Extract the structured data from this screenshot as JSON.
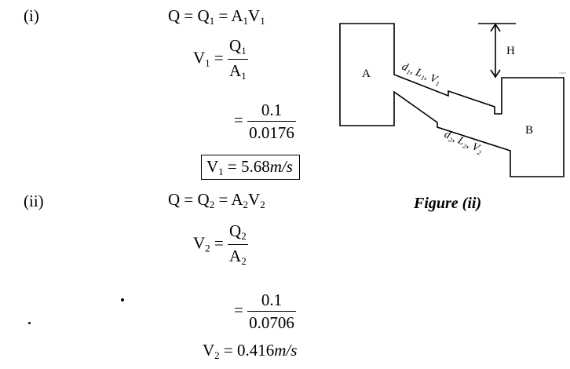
{
  "part1": {
    "label": "(i)",
    "eq1": {
      "lhs": "Q",
      "q": "Q",
      "q_sub": "1",
      "a": "A",
      "a_sub": "1",
      "v": "V",
      "v_sub": "1"
    },
    "eq2": {
      "lhs": "V",
      "lhs_sub": "1",
      "num": "Q",
      "num_sub": "1",
      "den": "A",
      "den_sub": "1"
    },
    "eq3": {
      "num": "0.1",
      "den": "0.0176"
    },
    "result": {
      "lhs": "V",
      "lhs_sub": "1",
      "value": "5.68",
      "unit": "m/s"
    }
  },
  "part2": {
    "label": "(ii)",
    "eq1": {
      "lhs": "Q",
      "q": "Q",
      "q_sub": "2",
      "a": "A",
      "a_sub": "2",
      "v": "V",
      "v_sub": "2"
    },
    "eq2": {
      "lhs": "V",
      "lhs_sub": "2",
      "num": "Q",
      "num_sub": "2",
      "den": "A",
      "den_sub": "2"
    },
    "eq3": {
      "num": "0.1",
      "den": "0.0706"
    },
    "result": {
      "lhs": "V",
      "lhs_sub": "2",
      "value": "0.416",
      "unit": "m/s"
    }
  },
  "figure": {
    "caption": "Figure (ii)",
    "reservoir_a": "A",
    "reservoir_b": "B",
    "head_label": "H",
    "pipe1_label": "d₁, L₁, V₁",
    "pipe2_label": "d₂, L₂, V₂"
  }
}
